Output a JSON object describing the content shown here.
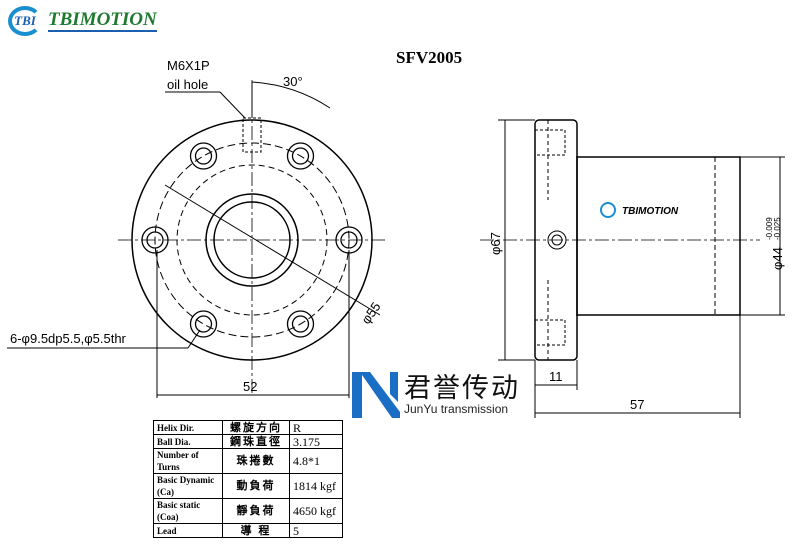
{
  "brand": {
    "logo_mark": "TBI",
    "logo_name": "TBIMOTION",
    "side_logo": "TBIMOTION"
  },
  "title": "SFV2005",
  "annotations": {
    "oil_hole_thread": "M6X1P",
    "oil_hole_label": "oil hole",
    "angle": "30°",
    "holes": "6-φ9.5dp5.5,φ5.5thr",
    "pcd": "φ55",
    "flange_width": "52",
    "flange_dia": "φ67",
    "body_dia": "φ44",
    "body_tol_upper": "-0.009",
    "body_tol_lower": "-0.025",
    "flange_thickness": "11",
    "length": "57"
  },
  "watermark": {
    "zh": "君誉传动",
    "en": "JunYu transmission",
    "color": "#1a6fc4"
  },
  "spec_table": [
    {
      "en": "Helix Dir.",
      "zh": "螺旋方向",
      "value": "R"
    },
    {
      "en": "Ball Dia.",
      "zh": "鋼珠直徑",
      "value": "3.175"
    },
    {
      "en": "Number of Turns",
      "zh": "珠捲數",
      "value": "4.8*1"
    },
    {
      "en": "Basic Dynamic (Ca)",
      "zh": "動負荷",
      "value": "1814 kgf"
    },
    {
      "en": "Basic static (Coa)",
      "zh": "靜負荷",
      "value": "4650 kgf"
    },
    {
      "en": "Lead",
      "zh": "導 程",
      "value": "5"
    }
  ]
}
